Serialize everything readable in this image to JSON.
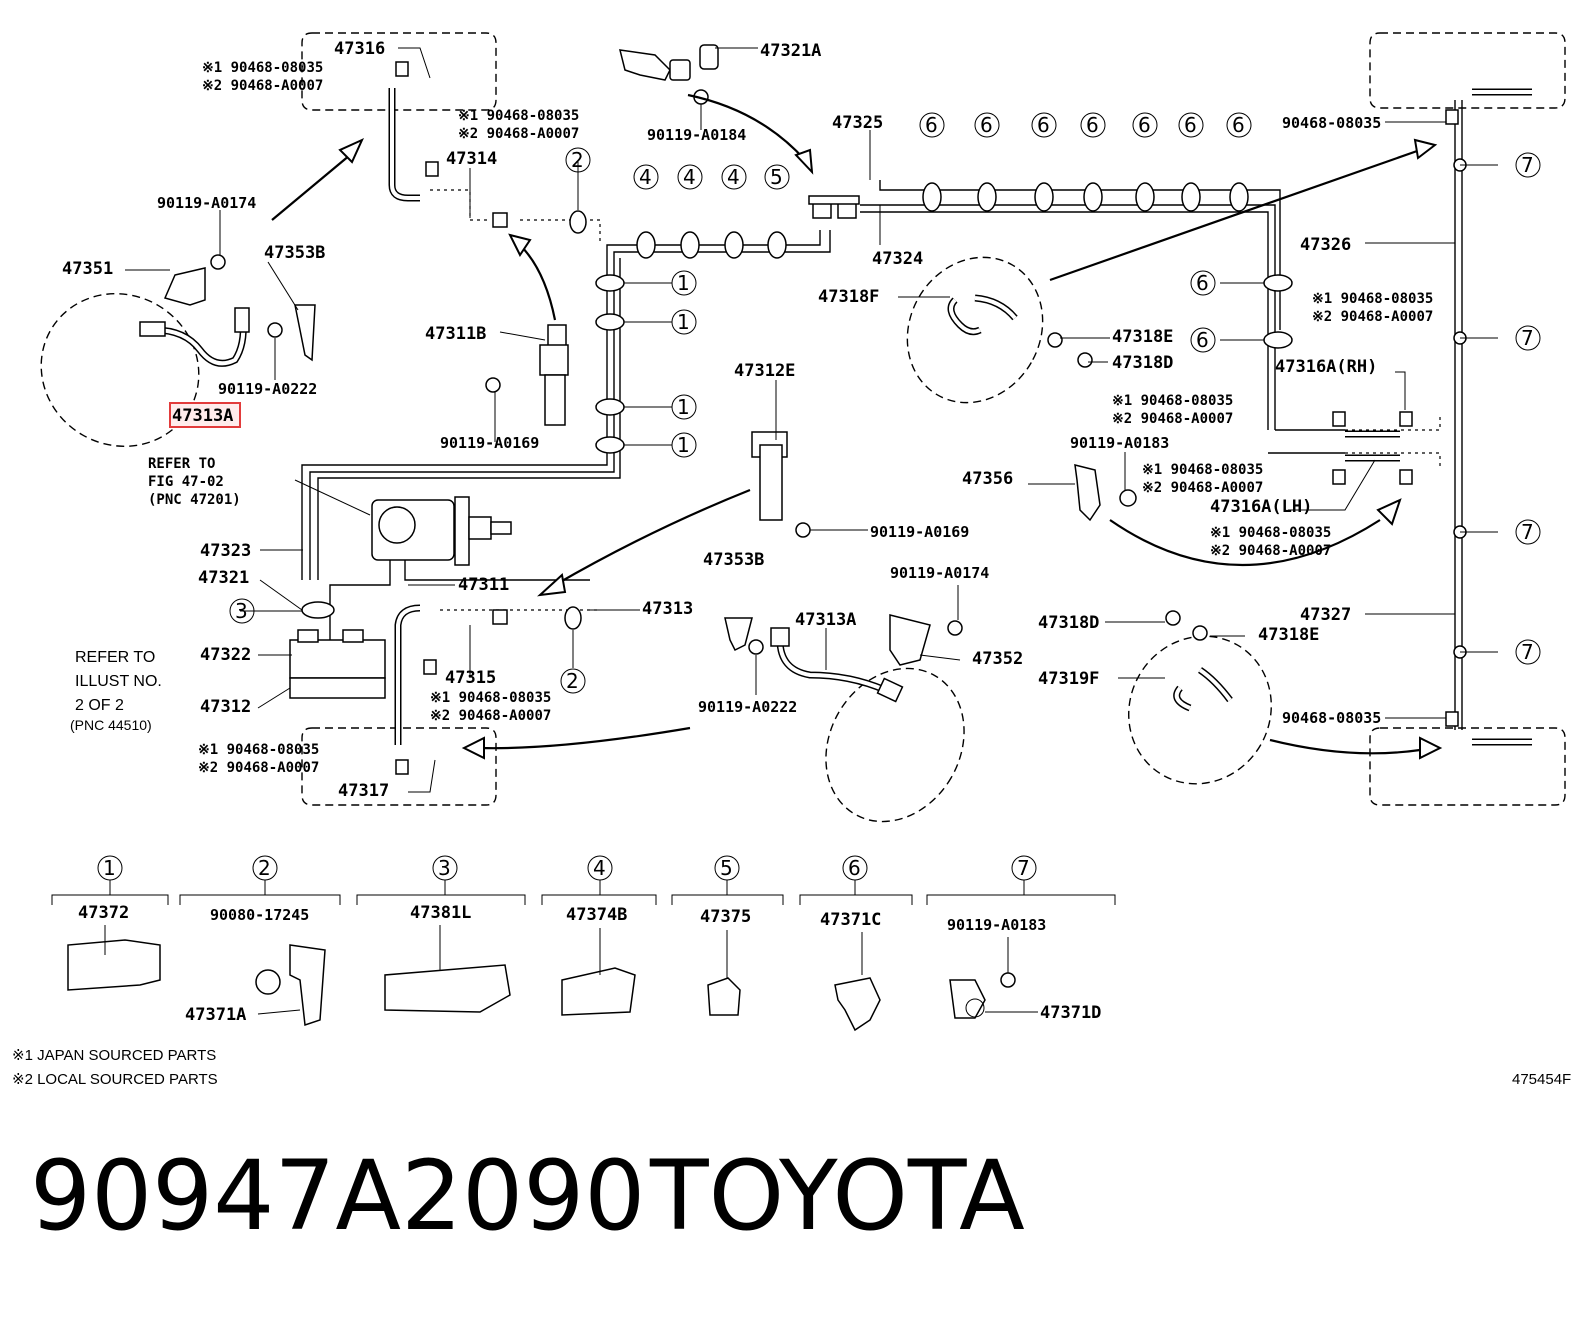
{
  "footer": {
    "part_number": "90947A2090",
    "brand": "TOYOTA"
  },
  "figure_code": "475454F",
  "legend": {
    "note1": "※1 JAPAN SOURCED PARTS",
    "note2": "※2 LOCAL SOURCED PARTS"
  },
  "highlighted_part": "47313A",
  "refer": {
    "fig_line1": "REFER TO",
    "fig_line2": "FIG 47-02",
    "fig_line3": "(PNC 47201)",
    "illus_line1": "REFER TO",
    "illus_line2": "ILLUST NO.",
    "illus_line3": "2 OF 2",
    "illus_line4": "(PNC 44510)"
  },
  "labels": {
    "p47316": "47316",
    "p47321A": "47321A",
    "p47325": "47325",
    "p47324": "47324",
    "p47314": "47314",
    "p47351": "47351",
    "p47353B": "47353B",
    "p47353B_2": "47353B",
    "p47311B": "47311B",
    "p47312E": "47312E",
    "p47318F": "47318F",
    "p47318E": "47318E",
    "p47318E_2": "47318E",
    "p47318D": "47318D",
    "p47318D_2": "47318D",
    "p47326": "47326",
    "p47327": "47327",
    "p47316A_RH": "47316A(RH)",
    "p47316A_LH": "47316A(LH)",
    "p47356": "47356",
    "p47323": "47323",
    "p47321": "47321",
    "p47311": "47311",
    "p47313": "47313",
    "p47322": "47322",
    "p47312": "47312",
    "p47315": "47315",
    "p47317": "47317",
    "p47313A_2": "47313A",
    "p47352": "47352",
    "p47319F": "47319F",
    "b0174a": "90119-A0174",
    "b0222a": "90119-A0222",
    "b0169a": "90119-A0169",
    "b0184": "90119-A0184",
    "b0169b": "90119-A0169",
    "b0174b": "90119-A0174",
    "b0222b": "90119-A0222",
    "b0183": "90119-A0183",
    "c08035_tl": "90468-08035",
    "c_tr_top": "90468-08035",
    "c_tr_bot": "90468-08035"
  },
  "clips": [
    {
      "id": "tl",
      "line1": "※1 90468-08035",
      "line2": "※2 90468-A0007"
    },
    {
      "id": "p314",
      "line1": "※1 90468-08035",
      "line2": "※2 90468-A0007"
    },
    {
      "id": "rh",
      "line1": "※1 90468-08035",
      "line2": "※2 90468-A0007"
    },
    {
      "id": "mid",
      "line1": "※1 90468-08035",
      "line2": "※2 90468-A0007"
    },
    {
      "id": "mid2",
      "line1": "※1 90468-08035",
      "line2": "※2 90468-A0007"
    },
    {
      "id": "lh",
      "line1": "※1 90468-08035",
      "line2": "※2 90468-A0007"
    },
    {
      "id": "p315",
      "line1": "※1 90468-08035",
      "line2": "※2 90468-A0007"
    },
    {
      "id": "bl",
      "line1": "※1 90468-08035",
      "line2": "※2 90468-A0007"
    }
  ],
  "clamp_key": [
    {
      "num": "1",
      "parts": [
        "47372"
      ]
    },
    {
      "num": "2",
      "parts": [
        "90080-17245",
        "47371A"
      ]
    },
    {
      "num": "3",
      "parts": [
        "47381L"
      ]
    },
    {
      "num": "4",
      "parts": [
        "47374B"
      ]
    },
    {
      "num": "5",
      "parts": [
        "47375"
      ]
    },
    {
      "num": "6",
      "parts": [
        "47371C"
      ]
    },
    {
      "num": "7",
      "parts": [
        "90119-A0183",
        "47371D"
      ]
    }
  ],
  "circle_refs": [
    "1",
    "2",
    "3",
    "4",
    "5",
    "6",
    "7"
  ]
}
